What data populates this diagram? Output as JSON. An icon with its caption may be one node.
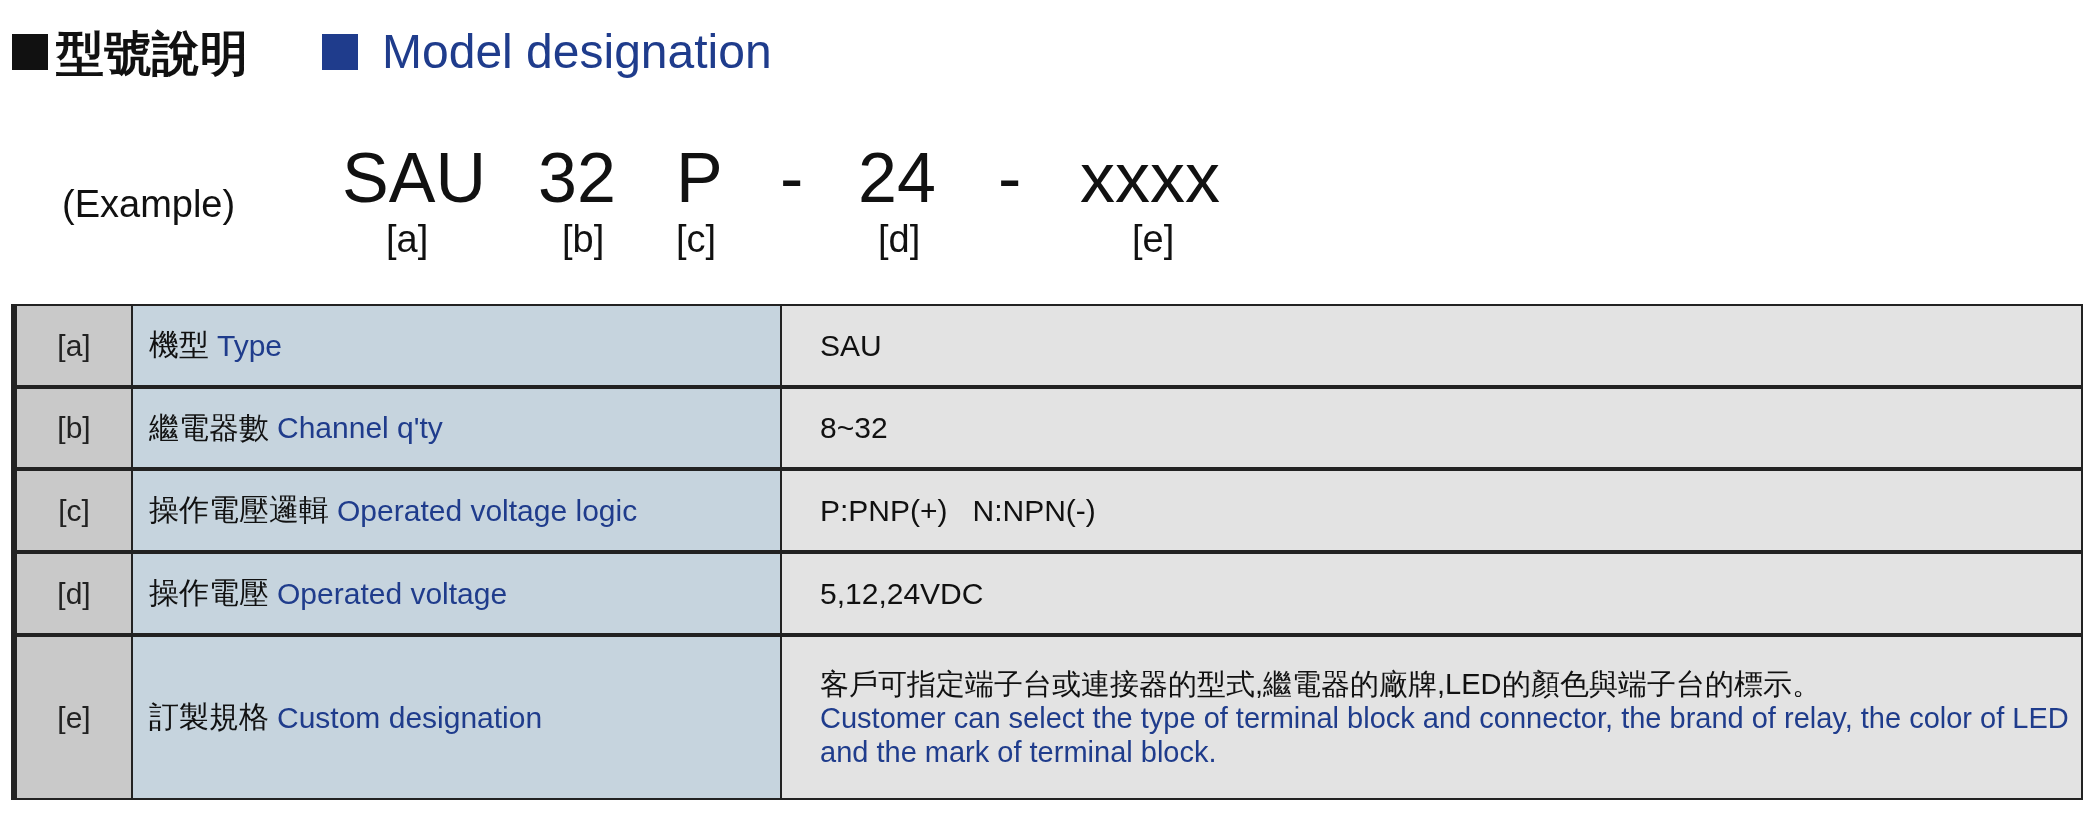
{
  "diagram": {
    "title": "型號說明",
    "labels": [
      "Model designation",
      "(Example)",
      "SAU",
      "32",
      "P",
      "-",
      "24",
      "-",
      "xxxx",
      "[a]",
      "[b]",
      "[c]",
      "[d]",
      "[e]",
      "[a]",
      "機型",
      "Type",
      "SAU",
      "[b]",
      "繼電器數",
      "Channel q'ty",
      "8~32",
      "[c]",
      "操作電壓邏輯",
      "Operated voltage logic",
      "P:PNP(+)   N:NPN(-)",
      "[d]",
      "操作電壓",
      "Operated voltage",
      "5,12,24VDC",
      "[e]",
      "訂製規格",
      "Custom designation",
      "客戶可指定端子台或連接器的型式,繼電器的廠牌,LED的顏色與端子台的標示。",
      "Customer can select the type of terminal block and connector, the brand of relay, the color of LED and the mark of terminal block."
    ]
  }
}
